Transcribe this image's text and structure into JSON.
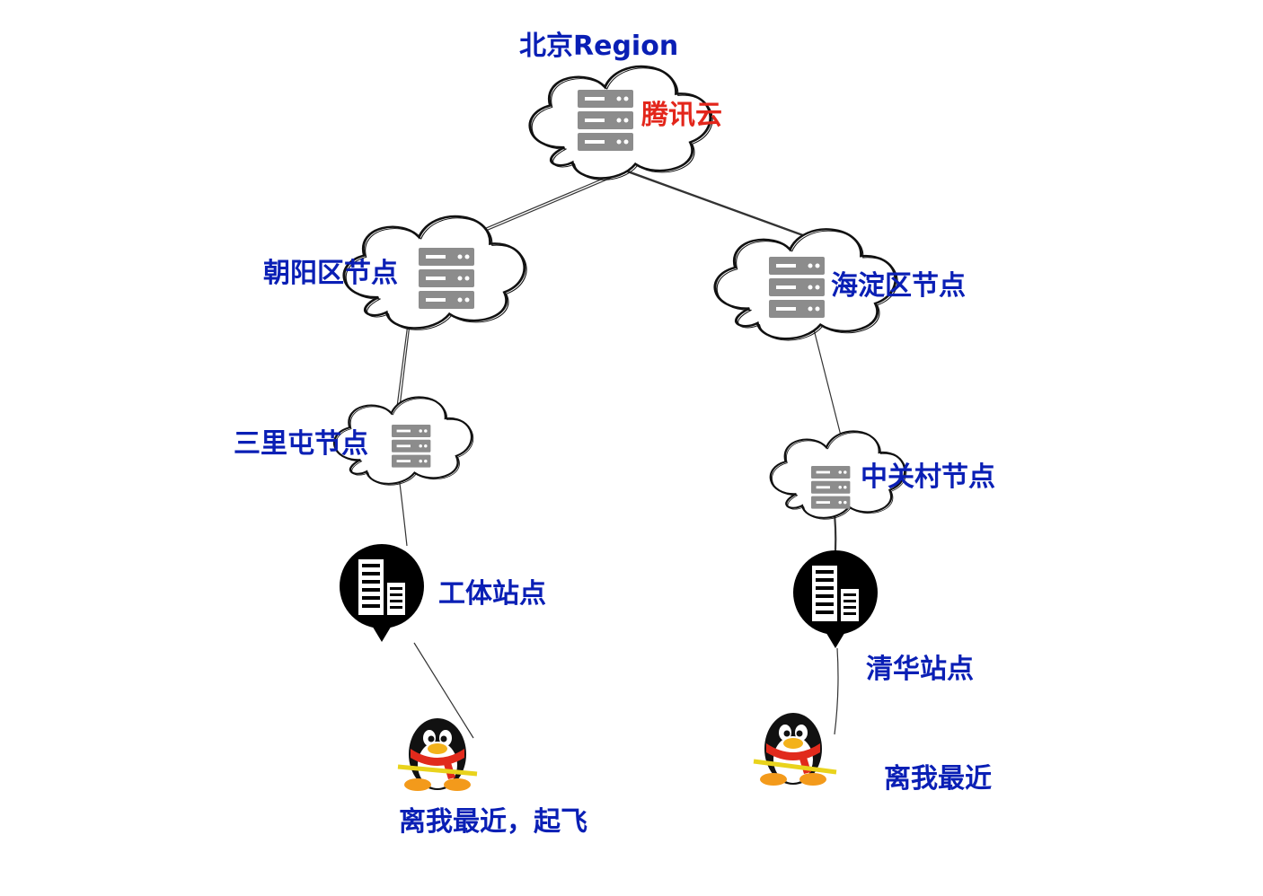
{
  "colors": {
    "label_blue": "#0a1fb5",
    "label_red": "#e3261b",
    "server_gray": "#8c8c8c",
    "cloud_outline": "#111111",
    "connector_line": "#333333",
    "site_pin": "#000000",
    "penguin_scarf": "#e12a1c",
    "penguin_feet": "#f39a1b"
  },
  "region": {
    "title": "北京Region",
    "cloud_label": "腾讯云",
    "icon": "server-icon"
  },
  "nodes": [
    {
      "id": "chaoyang",
      "label": "朝阳区节点",
      "icon": "server-icon"
    },
    {
      "id": "haidian",
      "label": "海淀区节点",
      "icon": "server-icon"
    },
    {
      "id": "sanlitun",
      "label": "三里屯节点",
      "icon": "server-icon"
    },
    {
      "id": "zhongguancun",
      "label": "中关村节点",
      "icon": "server-icon"
    }
  ],
  "sites": [
    {
      "id": "gongti",
      "label": "工体站点",
      "icon": "building-pin-icon"
    },
    {
      "id": "qinghua",
      "label": "清华站点",
      "icon": "building-pin-icon"
    }
  ],
  "users": [
    {
      "id": "user-left",
      "label": "离我最近，起飞",
      "icon": "qq-penguin-icon"
    },
    {
      "id": "user-right",
      "label": "离我最近",
      "icon": "qq-penguin-icon"
    }
  ]
}
